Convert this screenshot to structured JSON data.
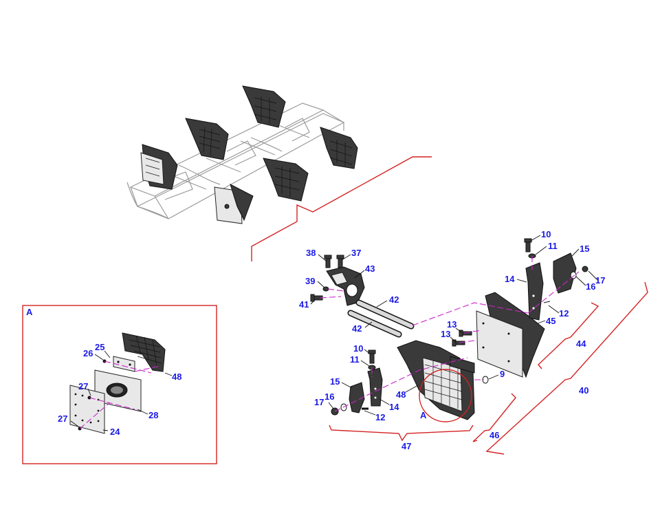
{
  "detail_label": "A",
  "detail_ref_label": "A",
  "colors": {
    "callout": "#1a1ae6",
    "bracket": "#d42222",
    "axis": "#cc22cc",
    "part": "#3a3a3a"
  },
  "callouts": {
    "c10a": "10",
    "c11a": "11",
    "c15a": "15",
    "c14a": "14",
    "c16a": "16",
    "c17a": "17",
    "c12a": "12",
    "c45": "45",
    "c44": "44",
    "c40": "40",
    "c38": "38",
    "c37": "37",
    "c43": "43",
    "c39": "39",
    "c41": "41",
    "c42a": "42",
    "c42b": "42",
    "c13a": "13",
    "c13b": "13",
    "c9": "9",
    "c10b": "10",
    "c11b": "11",
    "c15b": "15",
    "c16b": "16",
    "c17b": "17",
    "c14b": "14",
    "c12b": "12",
    "c48b": "48",
    "c47": "47",
    "c46": "46",
    "c25": "25",
    "c26": "26",
    "c48a": "48",
    "c27a": "27",
    "c27b": "27",
    "c28": "28",
    "c24": "24"
  }
}
